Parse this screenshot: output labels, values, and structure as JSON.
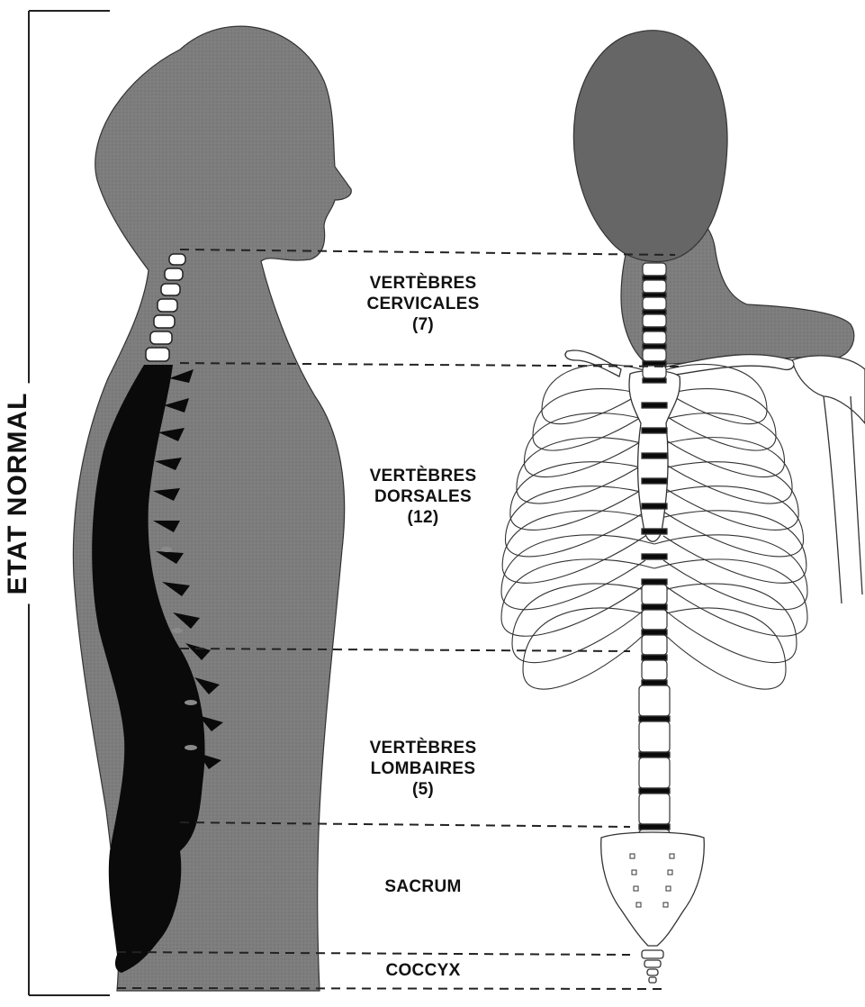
{
  "title": "ETAT NORMAL",
  "regions": [
    {
      "id": "cervical",
      "lines": [
        "VERTÈBRES",
        "CERVICALES",
        "(7)"
      ]
    },
    {
      "id": "dorsal",
      "lines": [
        "VERTÈBRES",
        "DORSALES",
        "(12)"
      ]
    },
    {
      "id": "lumbar",
      "lines": [
        "VERTÈBRES",
        "LOMBAIRES",
        "(5)"
      ]
    },
    {
      "id": "sacrum",
      "lines": [
        "SACRUM"
      ]
    },
    {
      "id": "coccyx",
      "lines": [
        "COCCYX"
      ]
    }
  ],
  "colors": {
    "silhouette": "#7a7a7a",
    "head": "#666666",
    "spine": "#0a0a0a",
    "bone_fill": "#ffffff",
    "bone_stroke": "#333333",
    "line": "#222222"
  }
}
